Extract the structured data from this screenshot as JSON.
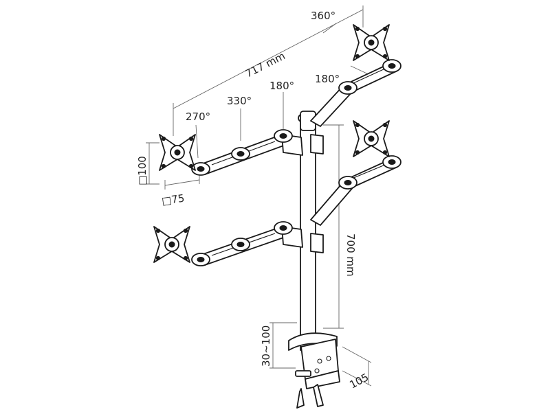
{
  "labels": {
    "rotation_top": "360°",
    "width_total": "717 mm",
    "arm_top_right": "180°",
    "arm_mid": "180°",
    "arm_330": "330°",
    "arm_270": "270°",
    "vesa_100": "□100",
    "vesa_75": "□75",
    "pole_height": "700 mm",
    "clamp_range": "30~100",
    "clamp_depth": "105"
  }
}
